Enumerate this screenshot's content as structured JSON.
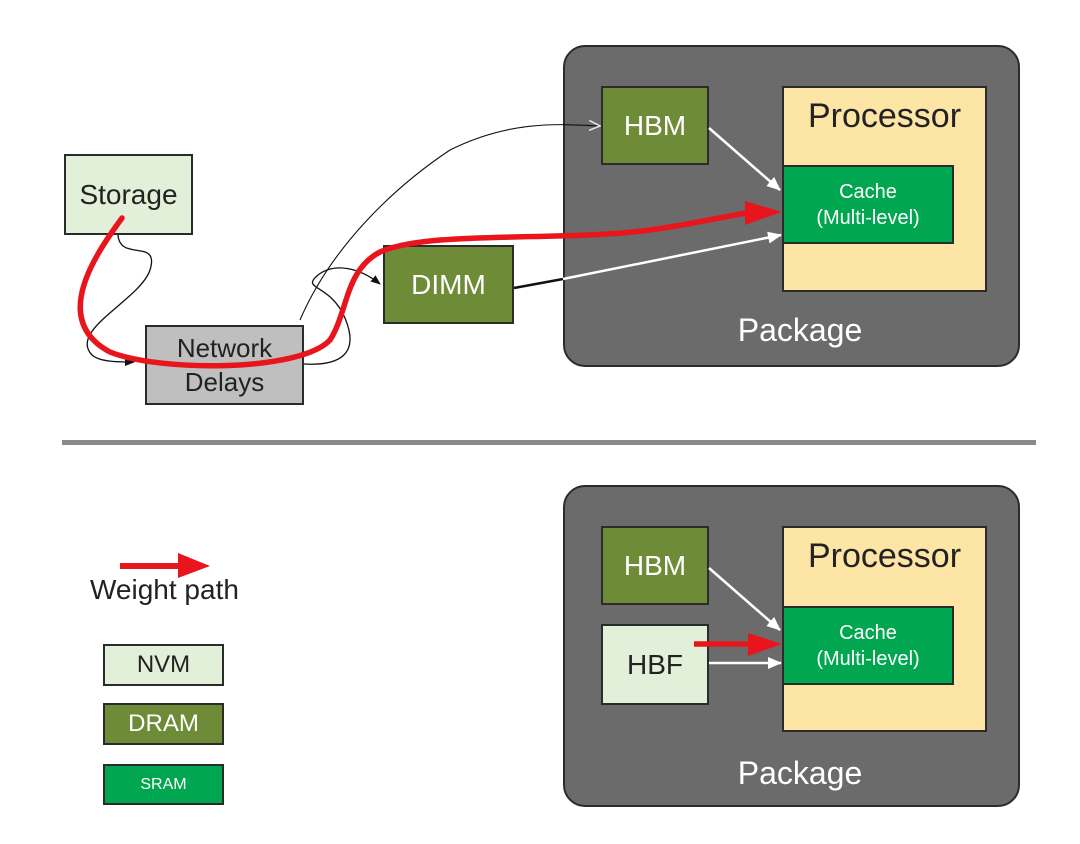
{
  "top": {
    "storage": "Storage",
    "network_line1": "Network",
    "network_line2": "Delays",
    "dimm": "DIMM",
    "hbm": "HBM",
    "processor": "Processor",
    "cache_line1": "Cache",
    "cache_line2": "(Multi-level)",
    "package": "Package"
  },
  "bottom": {
    "hbm": "HBM",
    "hbf": "HBF",
    "processor": "Processor",
    "cache_line1": "Cache",
    "cache_line2": "(Multi-level)",
    "package": "Package"
  },
  "legend": {
    "weight_path": "Weight path",
    "nvm": "NVM",
    "dram": "DRAM",
    "sram": "SRAM"
  },
  "colors": {
    "package": "#6b6b6b",
    "processor": "#fde5a6",
    "sram": "#00a650",
    "dram": "#6e8b37",
    "nvm": "#e2efd9",
    "network": "#bfbfbf",
    "weight_path": "#e8161c"
  }
}
